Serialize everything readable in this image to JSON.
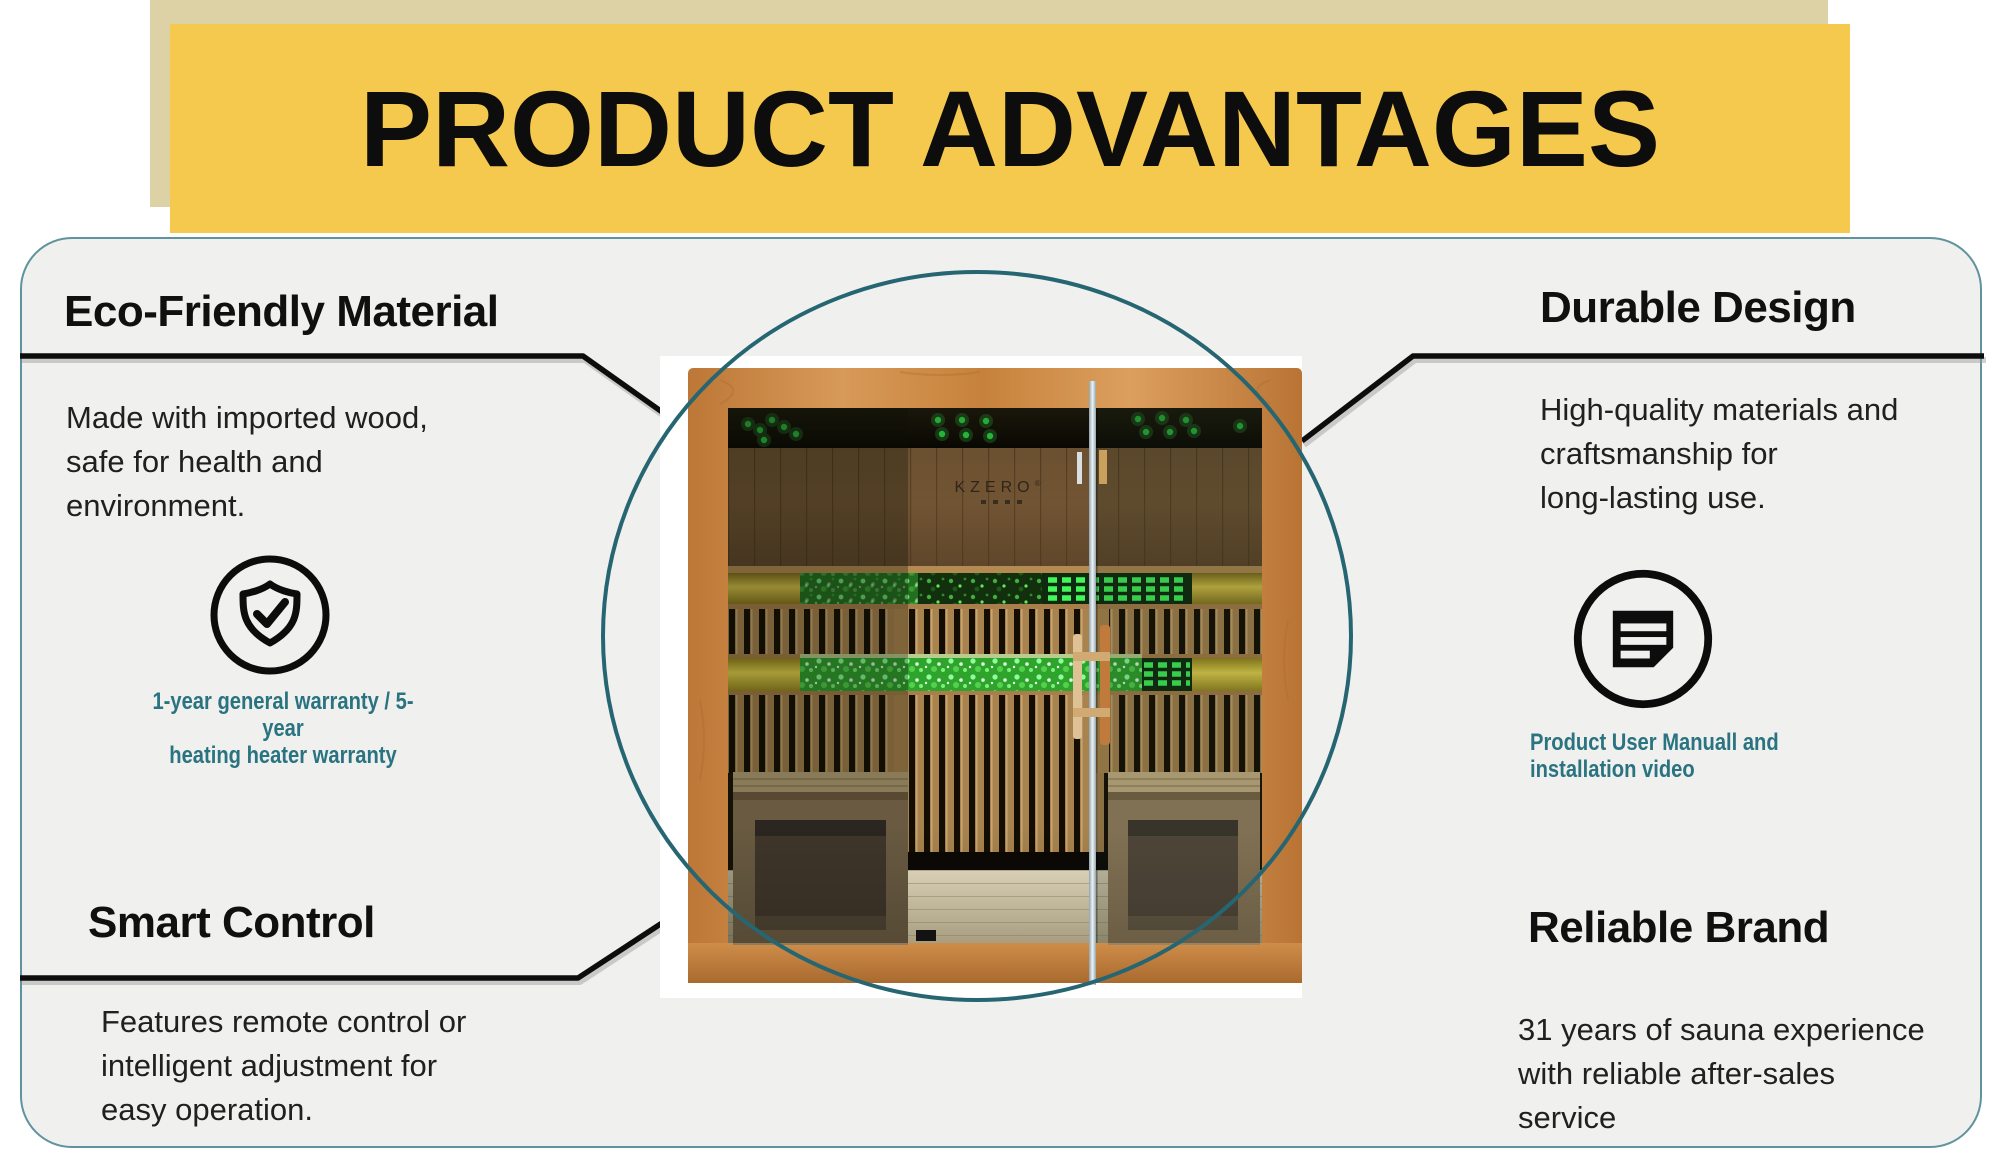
{
  "banner": {
    "title": "PRODUCT ADVANTAGES"
  },
  "features": {
    "eco": {
      "title": "Eco-Friendly Material",
      "lines": [
        "Made with imported wood,",
        "safe for health and",
        "environment."
      ]
    },
    "durable": {
      "title": "Durable Design",
      "lines": [
        "High-quality materials and",
        "craftsmanship for",
        "long-lasting use."
      ]
    },
    "smart": {
      "title": "Smart Control",
      "lines": [
        "Features remote control or",
        "intelligent adjustment for",
        "easy operation."
      ]
    },
    "reliable": {
      "title": "Reliable Brand",
      "lines": [
        "31 years of sauna experience",
        "with reliable after-sales",
        "service"
      ]
    }
  },
  "badges": {
    "warranty": {
      "icon": "shield-check-icon",
      "lines": [
        "1-year general warranty / 5-year",
        "heating heater warranty"
      ]
    },
    "manual": {
      "icon": "document-icon",
      "lines": [
        "Product User Manuall and",
        "installation video"
      ]
    }
  },
  "product": {
    "logo": "KZERO",
    "logo_reg": "®",
    "description": "Infrared sauna cabin interior with green LED light bands, amber side panels, glass door and wooden benches"
  },
  "colors": {
    "banner_yellow": "#f5c84e",
    "banner_shadow": "#ddd1a6",
    "panel_bg": "#f0f0ee",
    "panel_border": "#5f939e",
    "accent_teal": "#2a7380",
    "circle_teal": "#266672",
    "connector_black": "#0d0d0d",
    "led_green": "#41f759",
    "wood_frame": "#c9863f"
  }
}
